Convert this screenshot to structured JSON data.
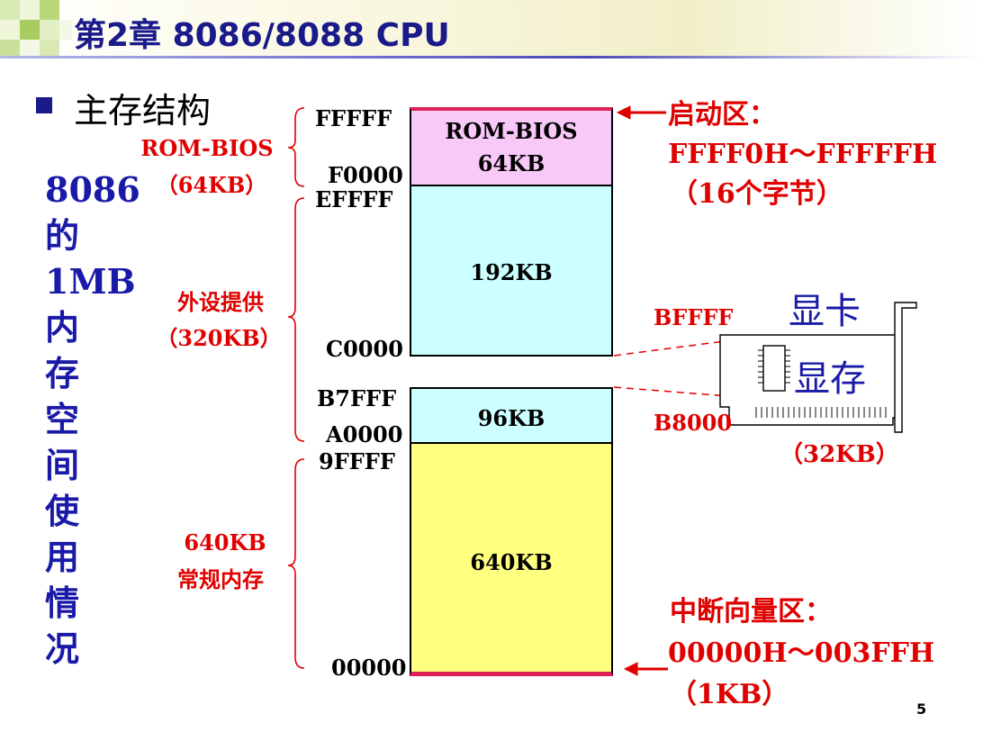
{
  "header": {
    "title": "第2章  8086/8088 CPU"
  },
  "bullet": {
    "text": "主存结构"
  },
  "side_label": [
    "8086",
    "的",
    "1MB",
    "内",
    "存",
    "空",
    "间",
    "使",
    "用",
    "情",
    "况"
  ],
  "addresses": {
    "fffff": "FFFFF",
    "f0000": "F0000",
    "effff": "EFFFF",
    "c0000": "C0000",
    "b7fff": "B7FFF",
    "a0000": "A0000",
    "9ffff": "9FFFF",
    "zero": "00000"
  },
  "blocks": {
    "rom_bios_line1": "ROM-BIOS",
    "rom_bios_line2": "64KB",
    "kb192": "192KB",
    "kb96": "96KB",
    "kb640": "640KB"
  },
  "left_labels": {
    "rom_bios": "ROM-BIOS",
    "rom_bios_size": "（64KB）",
    "peripheral": "外设提供",
    "peripheral_size": "（320KB）",
    "conventional_size": "640KB",
    "conventional": "常规内存"
  },
  "right_labels": {
    "boot_area": "启动区：",
    "boot_range": "FFFF0H～FFFFFH",
    "boot_size": "（16个字节）",
    "vga_end": "BFFFF",
    "vga_start": "B8000",
    "card_title": "显卡",
    "card_mem": "显存",
    "card_size": "（32KB）",
    "ivt_area": "中断向量区：",
    "ivt_range": "00000H～003FFH",
    "ivt_size": "（1KB）"
  },
  "page_number": "5",
  "colors": {
    "title": "#1a1a8a",
    "accent_red": "#e00000",
    "rom_block": "#f8c8f8",
    "cyan_block": "#ccffff",
    "yellow_block": "#ffff80",
    "side_blue": "#1a1aa8"
  }
}
